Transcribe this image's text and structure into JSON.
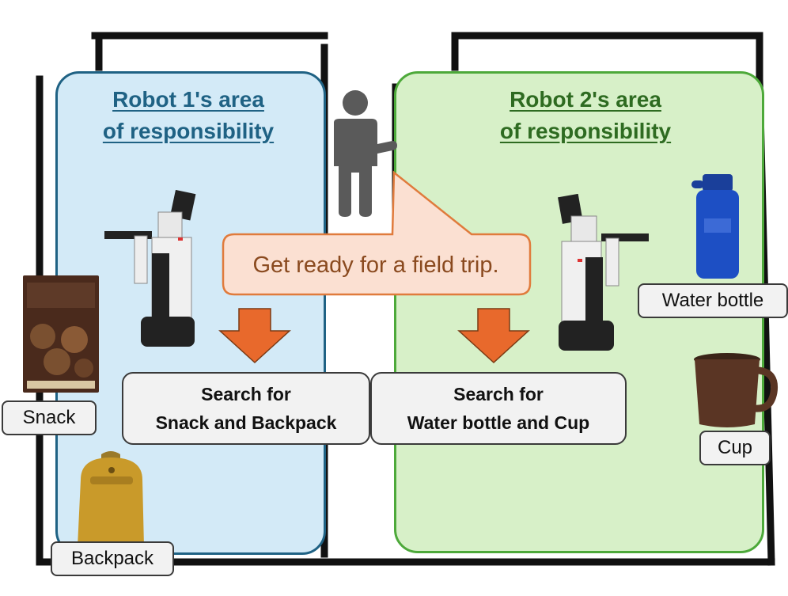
{
  "zones": [
    {
      "title_line1": "Robot 1's area",
      "title_line2": "of responsibility",
      "color": "#1f6284",
      "fill": "#d3eaf7"
    },
    {
      "title_line1": "Robot 2's area",
      "title_line2": "of responsibility",
      "color": "#2e6b21",
      "fill": "#d7f0c8"
    }
  ],
  "speech": {
    "text": "Get ready for a field trip.",
    "fill": "#fbe0d2",
    "border": "#e07b3c"
  },
  "tasks": [
    {
      "line1": "Search for",
      "line2": "Snack and Backpack"
    },
    {
      "line1": "Search for",
      "line2": "Water bottle and Cup"
    }
  ],
  "objects": {
    "snack": "Snack",
    "backpack": "Backpack",
    "water_bottle": "Water bottle",
    "cup": "Cup"
  },
  "colors": {
    "arrow": "#e8692c",
    "person": "#5a5a5a",
    "map_lines": "#111111"
  }
}
